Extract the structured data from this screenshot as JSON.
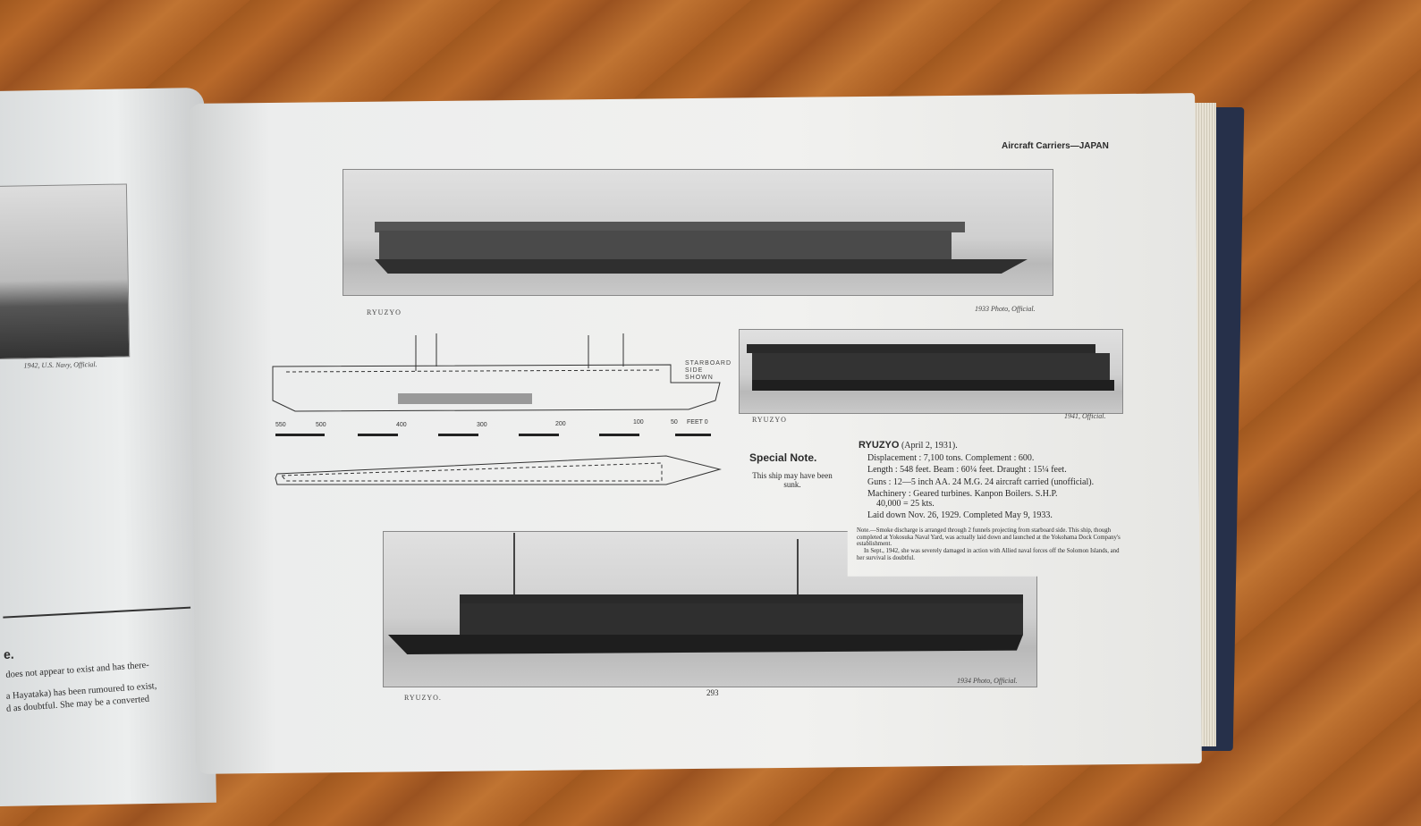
{
  "left_page": {
    "photo_caption": "1942, U.S. Navy, Official.",
    "heading_fragment": "e.",
    "text_lines": [
      "does not appear to exist and has there-",
      "a Hayataka) has been rumoured to exist,",
      "d as doubtful.  She may be a converted"
    ]
  },
  "right_page": {
    "running_head": "Aircraft Carriers—JAPAN",
    "photos": [
      {
        "name_caption": "RYUZYO",
        "credit": "1933 Photo, Official."
      },
      {
        "name_caption": "RYUZYO",
        "credit": "1941, Official."
      },
      {
        "name_caption": "RYUZYO.",
        "credit": "1934 Photo, Official."
      }
    ],
    "drawing": {
      "side_label": "STARBOARD SIDE SHOWN",
      "scale_labels": [
        "550",
        "500",
        "400",
        "300",
        "200",
        "100",
        "50",
        "FEET 0"
      ]
    },
    "special_note": {
      "title": "Special Note.",
      "text": "This ship may have been sunk."
    },
    "specs": {
      "title": "RYUZYO",
      "date": "(April 2, 1931).",
      "lines": [
        "Displacement : 7,100 tons.     Complement : 600.",
        "Length : 548 feet.   Beam : 60¼ feet.   Draught : 15¼ feet.",
        "Guns : 12—5 inch AA.  24 M.G.  24 aircraft carried (unofficial).",
        "Machinery : Geared turbines.  Kanpon Boilers.  S.H.P.",
        "40,000 = 25 kts.",
        "Laid down Nov. 26, 1929.   Completed May 9, 1933."
      ],
      "note": "Note.—Smoke discharge is arranged through 2 funnels projecting from starboard side. This ship, though completed at Yokosuka Naval Yard, was actually laid down and launched at the Yokohama Dock Company's establishment.",
      "note2": "In Sept., 1942, she was severely damaged in action with Allied naval forces off the Solomon Islands, and her survival is doubtful."
    },
    "page_number": "293"
  }
}
